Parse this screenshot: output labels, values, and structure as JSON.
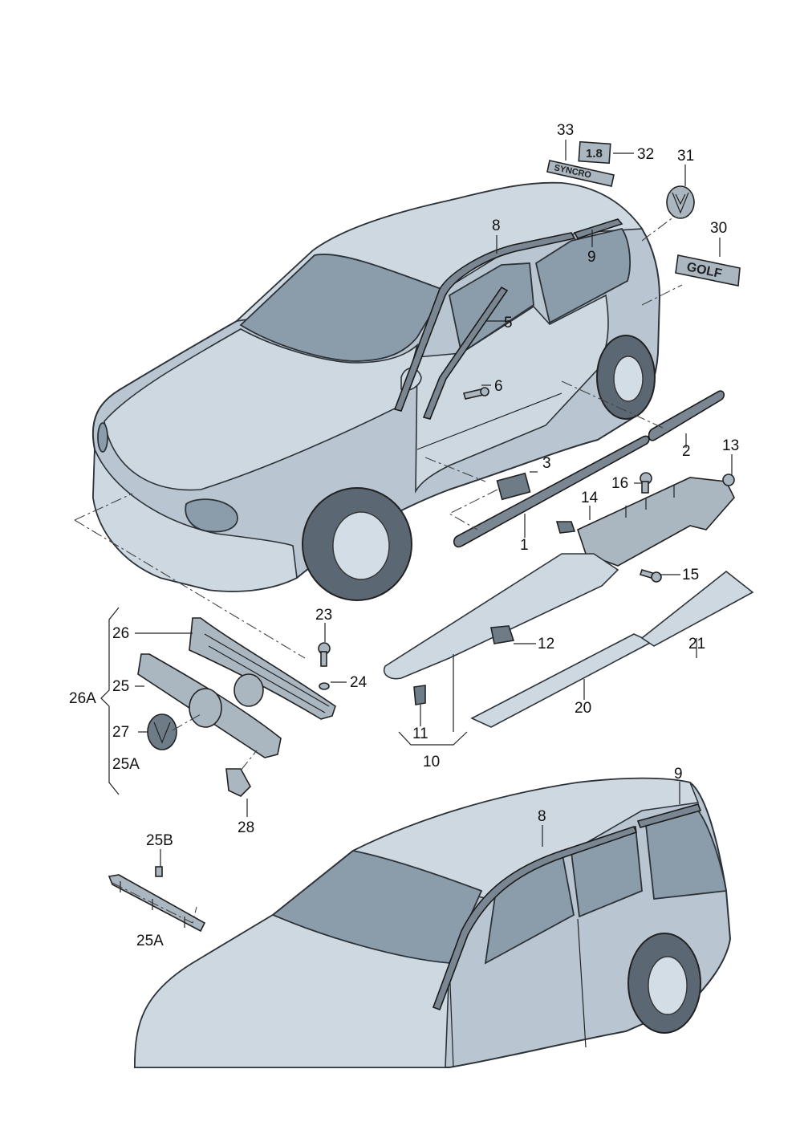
{
  "diagram": {
    "callouts": {
      "c1": "1",
      "c2": "2",
      "c3": "3",
      "c5": "5",
      "c6": "6",
      "c8_top": "8",
      "c9_top": "9",
      "c10": "10",
      "c11": "11",
      "c12": "12",
      "c13": "13",
      "c14": "14",
      "c15": "15",
      "c16": "16",
      "c20": "20",
      "c21": "21",
      "c23": "23",
      "c24": "24",
      "c25": "25",
      "c25A": "25A",
      "c25A_bottom": "25A",
      "c25B": "25B",
      "c26": "26",
      "c26A": "26A",
      "c27": "27",
      "c28": "28",
      "c30": "30",
      "c31": "31",
      "c32": "32",
      "c33": "33",
      "c8_bottom": "8",
      "c9_bottom": "9"
    },
    "badges": {
      "syncro": "SYNCRO",
      "displacement": "1.8",
      "golf": "GOLF"
    }
  }
}
